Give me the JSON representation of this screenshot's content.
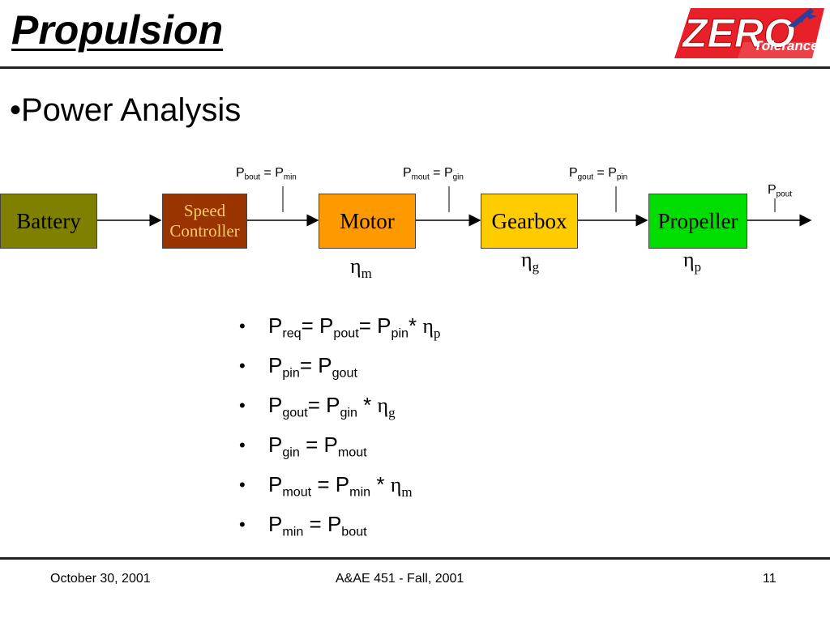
{
  "title": "Propulsion",
  "subtitle": "•Power Analysis",
  "logo": {
    "text_main": "ZERO",
    "text_sub": "Tolerance"
  },
  "blocks": [
    {
      "label": "Battery",
      "color": "#808000",
      "text_color": "#000000"
    },
    {
      "label_line1": "Speed",
      "label_line2": "Controller",
      "color": "#993300",
      "text_color": "#ffcc66"
    },
    {
      "label": "Motor",
      "color": "#ff9900",
      "text_color": "#000000"
    },
    {
      "label": "Gearbox",
      "color": "#ffcc00",
      "text_color": "#000000"
    },
    {
      "label": "Propeller",
      "color": "#00dd00",
      "text_color": "#000000"
    }
  ],
  "power_labels": [
    {
      "p1": "P",
      "s1": "bout",
      "mid": " = P",
      "s2": "min"
    },
    {
      "p1": "P",
      "s1": "mout",
      "mid": " = P",
      "s2": "gin"
    },
    {
      "p1": "P",
      "s1": "gout",
      "mid": " = P",
      "s2": "pin"
    },
    {
      "p1": "P",
      "s1": "pout"
    }
  ],
  "efficiencies": [
    {
      "symbol": "η",
      "sub": "m"
    },
    {
      "symbol": "η",
      "sub": "g"
    },
    {
      "symbol": "η",
      "sub": "p"
    }
  ],
  "equations": [
    {
      "html": "P<sub>req</sub>= P<sub>pout</sub>= P<sub>pin</sub>* <span class=\"eta\">η<sub>p</sub></span>"
    },
    {
      "html": "P<sub>pin</sub>= P<sub>gout</sub>"
    },
    {
      "html": "P<sub>gout</sub>= P<sub>gin</sub> * <span class=\"eta\">η<sub>g</sub></span>"
    },
    {
      "html": "P<sub>gin</sub> = P<sub>mout</sub>"
    },
    {
      "html": "P<sub>mout</sub> = P<sub>min</sub> * <span class=\"eta\">η<sub>m</sub></span>"
    },
    {
      "html": "P<sub>min</sub> = P<sub>bout</sub>"
    }
  ],
  "bullet_char": "•",
  "footer": {
    "date": "October 30, 2001",
    "course": "A&AE 451 - Fall, 2001",
    "page": "11"
  }
}
